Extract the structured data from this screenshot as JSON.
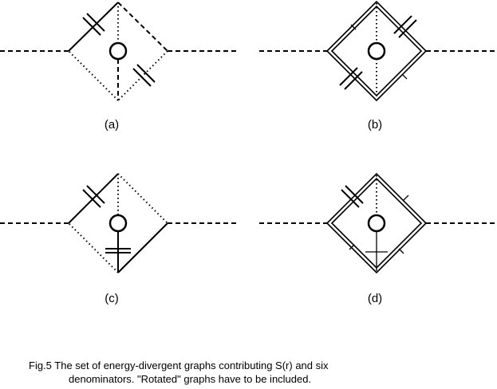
{
  "panels": {
    "a": {
      "label": "(a)"
    },
    "b": {
      "label": "(b)"
    },
    "c": {
      "label": "(c)"
    },
    "d": {
      "label": "(d)"
    }
  },
  "caption": {
    "line1": "Fig.5   The set of energy-divergent graphs contributing S(r) and six",
    "line2": "denominators. \"Rotated\" graphs have to be included."
  }
}
